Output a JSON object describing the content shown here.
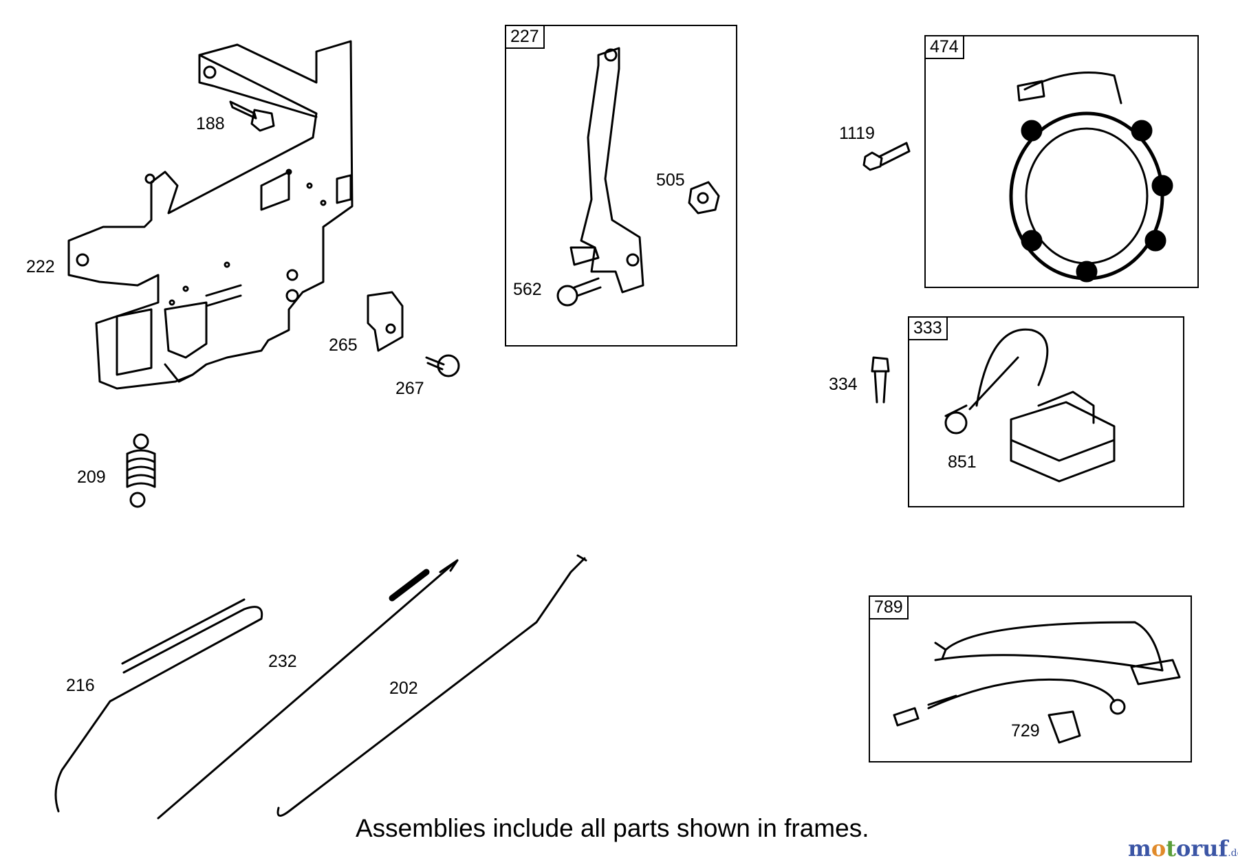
{
  "frames": [
    {
      "id": "227"
    },
    {
      "id": "474"
    },
    {
      "id": "333"
    },
    {
      "id": "789"
    }
  ],
  "labels": {
    "p188": "188",
    "p222": "222",
    "p265": "265",
    "p267": "267",
    "p209": "209",
    "p227": "227",
    "p505": "505",
    "p562": "562",
    "p1119": "1119",
    "p474": "474",
    "p334": "334",
    "p333": "333",
    "p851": "851",
    "p216": "216",
    "p232": "232",
    "p202": "202",
    "p789": "789",
    "p729": "729"
  },
  "note": "Assemblies include all parts shown in frames.",
  "watermark": {
    "part1": "m",
    "part2": "o",
    "part3": "t",
    "part4": "oruf",
    "suffix": ".de"
  }
}
